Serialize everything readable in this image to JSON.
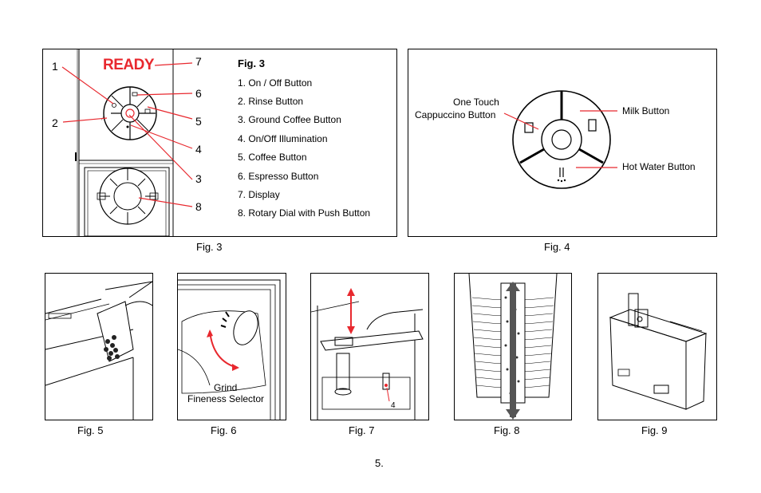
{
  "fig3": {
    "display_text": "READY",
    "callouts": [
      "1",
      "2",
      "3",
      "4",
      "5",
      "6",
      "7",
      "8"
    ],
    "legend_title": "Fig. 3",
    "legend": [
      "1. On / Off Button",
      "2. Rinse Button",
      "3. Ground Coffee Button",
      "4. On/Off Illumination",
      "5. Coffee Button",
      "6. Espresso Button",
      "7. Display",
      "8. Rotary Dial with Push Button"
    ],
    "caption": "Fig. 3"
  },
  "fig4": {
    "label_cappuccino_line1": "One Touch",
    "label_cappuccino_line2": "Cappuccino Button",
    "label_milk": "Milk Button",
    "label_hot_water": "Hot Water Button",
    "caption": "Fig. 4"
  },
  "fig5": {
    "caption": "Fig. 5"
  },
  "fig6": {
    "label_line1": "Grind",
    "label_line2": "Fineness Selector",
    "caption": "Fig. 6"
  },
  "fig7": {
    "callout": "4",
    "caption": "Fig. 7"
  },
  "fig8": {
    "caption": "Fig. 8"
  },
  "fig9": {
    "caption": "Fig. 9"
  },
  "page_number": "5.",
  "colors": {
    "accent_red": "#e8282e",
    "line": "#000000"
  }
}
